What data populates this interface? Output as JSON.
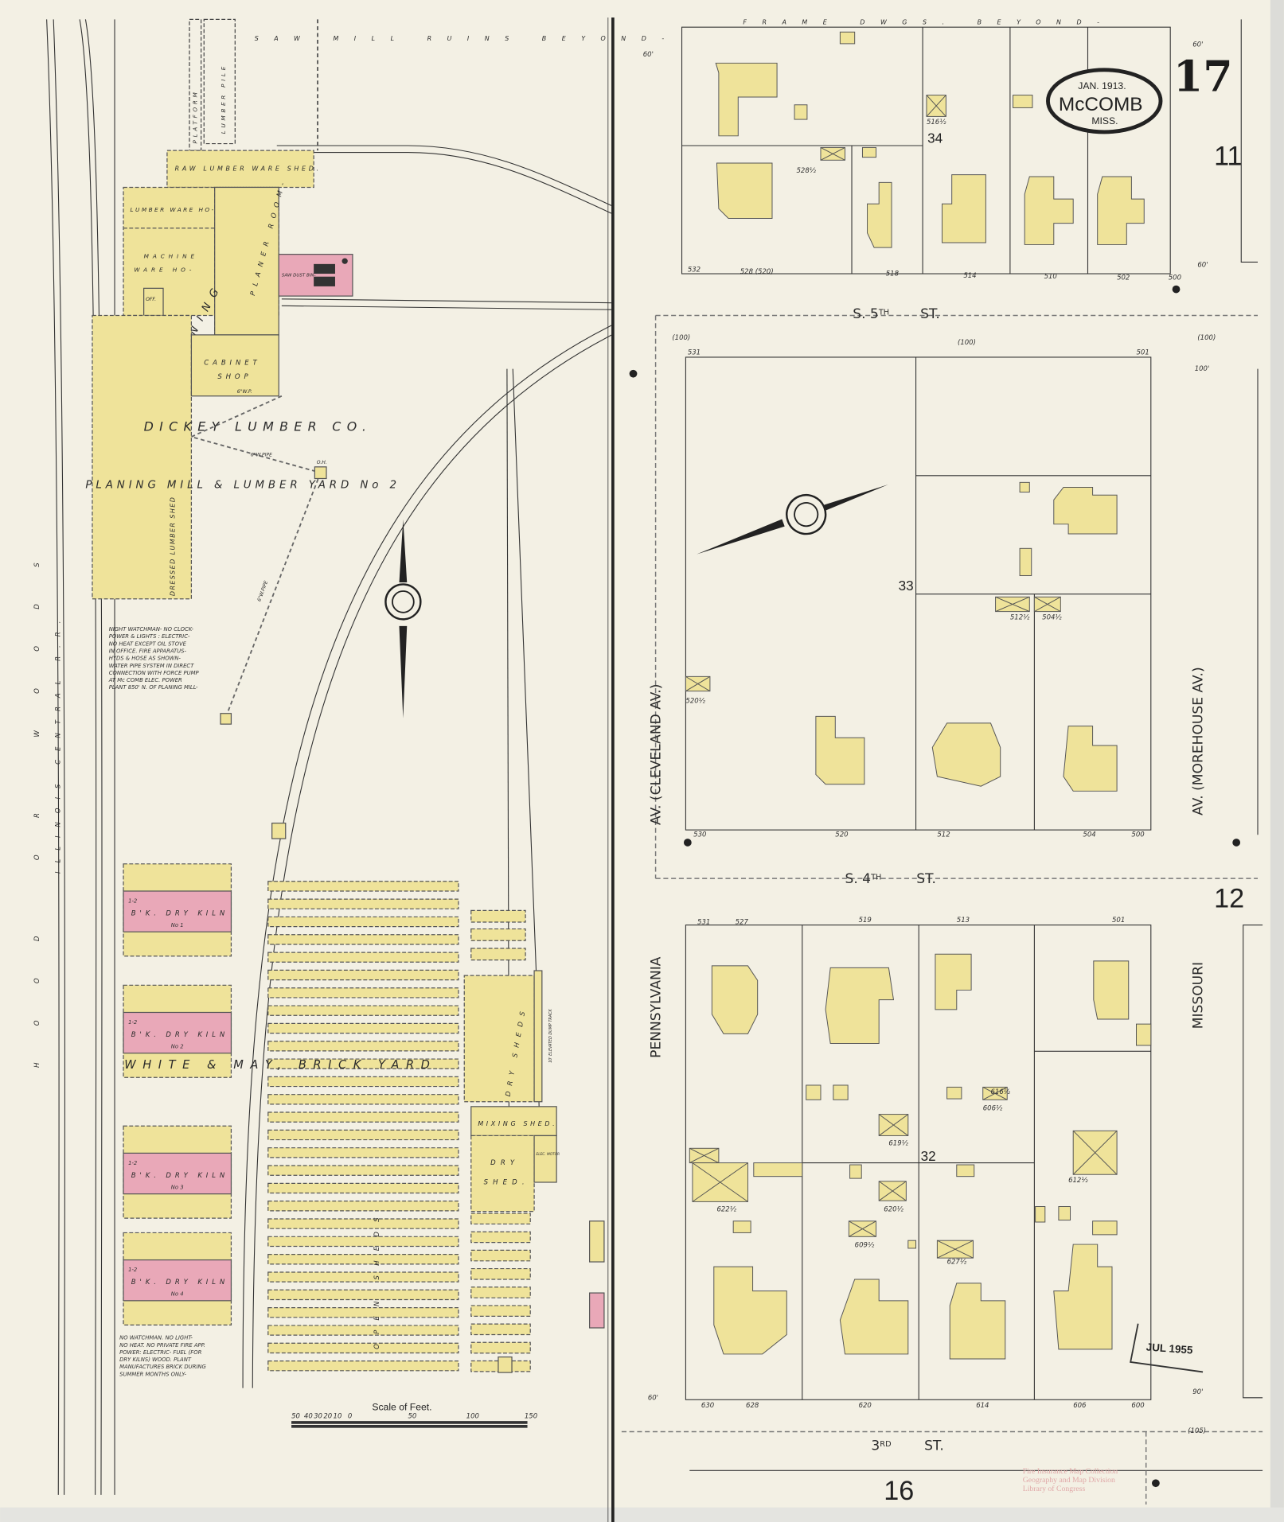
{
  "title": {
    "date": "JAN. 1913.",
    "city": "McCOMB",
    "state": "MISS."
  },
  "sheet_number": "17",
  "adjacent_sheets": {
    "top_right": "11",
    "right": "12",
    "bottom": "16"
  },
  "colors": {
    "paper": "#f3f0e4",
    "frame": "#efe39a",
    "brick": "#e9a8b8",
    "line": "#2b2b2b"
  },
  "streets": {
    "fifth": {
      "prefix": "S. 5",
      "suffix": "TH",
      "type": "ST."
    },
    "fourth": {
      "prefix": "S. 4",
      "suffix": "TH",
      "type": "ST."
    },
    "third": {
      "prefix": "3",
      "suffix": "RD",
      "type": "ST."
    },
    "pennsylvania": "PENNSYLVANIA",
    "pennsylvania_lower": "AV. (CLEVELAND AV.)",
    "missouri": "MISSOURI",
    "missouri_lower": "AV. (MOREHOUSE AV.)",
    "railroad": "ILLINOIS CENTRAL R.R.",
    "woods": "HOOD OR WOODS"
  },
  "blocks": {
    "b34": "34",
    "b33": "33",
    "b32": "32"
  },
  "top_notes": {
    "saw_mill": "SAW MILL RUINS BEYOND-",
    "frame_dwgs": "FRAME DWGS. BEYOND-"
  },
  "dickey": {
    "company": "DICKEY LUMBER CO.",
    "yard": "PLANING MILL & LUMBER YARD No 2",
    "buildings": {
      "platform": "PLATFORM",
      "lumber_pile": "LUMBER PILE",
      "raw_shed": "RAW LUMBER WARE SHED.",
      "lumber_ware": "LUMBER WARE HO-",
      "machine_ware_1": "MACHINE",
      "machine_ware_2": "WARE HO-",
      "planer_room": "PLANER ROOM-",
      "planing": "PLANING",
      "cabinet_1": "CABINET",
      "cabinet_2": "SHOP",
      "dressed_shed": "DRESSED LUMBER SHED",
      "saw_dust": "SAW DUST BIN-",
      "office": "OFF."
    },
    "pipe_labels": {
      "wp6": "6\"W.P.",
      "pipe6": "6\"W.PIPE",
      "pipe6b": "6\"W.PIPE",
      "oh": "O.H."
    },
    "notes": [
      "NIGHT WATCHMAN- NO CLOCK-",
      "POWER & LIGHTS : ELECTRIC-",
      "NO HEAT EXCEPT OIL STOVE",
      "IN OFFICE. FIRE APPARATUS-",
      "HYDS & HOSE AS SHOWN-",
      "WATER PIPE SYSTEM IN DIRECT",
      "CONNECTION WITH FORCE PUMP",
      "AT Mc COMB ELEC. POWER",
      "PLANT 850' N. OF PLANING MILL-"
    ]
  },
  "brickyard": {
    "name": "WHITE & MAY, BRICK YARD",
    "kilns": [
      {
        "label": "B'K. DRY KILN",
        "no": "No 1",
        "stories": "1-2"
      },
      {
        "label": "B'K. DRY KILN",
        "no": "No 2",
        "stories": "1-2"
      },
      {
        "label": "B'K. DRY KILN",
        "no": "No 3",
        "stories": "1-2"
      },
      {
        "label": "B'K. DRY KILN",
        "no": "No 4",
        "stories": "1-2"
      }
    ],
    "dry_sheds": "DRY SHEDS",
    "open_sheds": "OPEN SHEDS",
    "mixing_shed": "MIXING SHED.",
    "dry_shed_1": "DRY",
    "dry_shed_2": "SHED.",
    "elec_motor": "ELEC. MOTOR",
    "dump_track": "10' ELEVATED DUMP TRACK",
    "notes": [
      "NO WATCHMAN. NO LIGHT-",
      "NO HEAT. NO PRIVATE FIRE APP.",
      "POWER: ELECTRIC- FUEL (FOR",
      "DRY KILNS) WOOD. PLANT",
      "MANUFACTURES BRICK DURING",
      "SUMMER MONTHS ONLY-"
    ]
  },
  "house_numbers": {
    "fifth_north": [
      "532",
      "528 (520)",
      "518",
      "514",
      "510",
      "502",
      "500"
    ],
    "fifth_south": [
      "531",
      "501"
    ],
    "fourth_north": [
      "530",
      "520",
      "512",
      "504",
      "500"
    ],
    "fourth_south": [
      "531",
      "527",
      "519",
      "513",
      "501"
    ],
    "third_north": [
      "630",
      "628",
      "620",
      "614",
      "606",
      "600"
    ],
    "rear": [
      "528½",
      "516½",
      "512½",
      "504½",
      "520½",
      "622½",
      "620½",
      "616½",
      "612½",
      "606½",
      "619½",
      "609½",
      "627½"
    ]
  },
  "dimensions": [
    "60'",
    "60'",
    "60'",
    "100'",
    "60'",
    "90'",
    "(100)",
    "(100)",
    "(100)",
    "(105)"
  ],
  "scale": {
    "title": "Scale of Feet.",
    "ticks": [
      "50",
      "40",
      "30",
      "20",
      "10",
      "0",
      "50",
      "100",
      "150"
    ]
  },
  "stamp": "JUL 1955",
  "watermark": [
    "Fire Insurance Map Collection",
    "Geography and Map Division",
    "Library of Congress"
  ]
}
